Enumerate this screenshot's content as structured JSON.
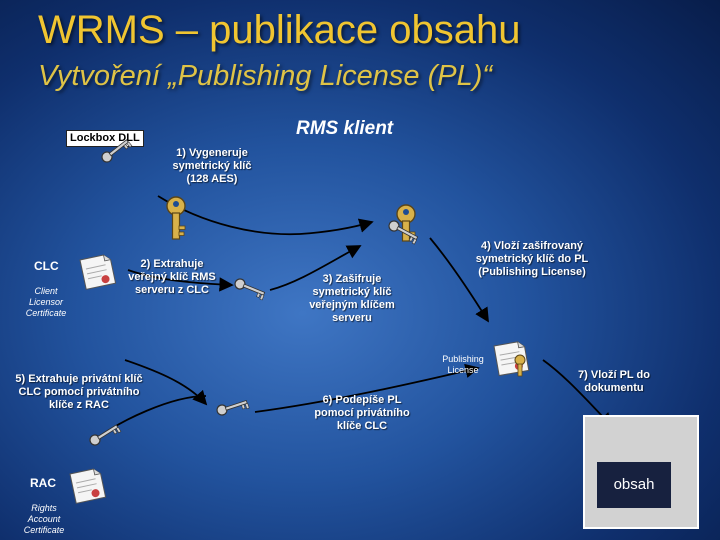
{
  "header": {
    "title": "WRMS – publikace obsahu",
    "subtitle": "Vytvoření „Publishing License (PL)“"
  },
  "rms_client_label": "RMS klient",
  "lockbox_label": "Lockbox DLL",
  "steps": {
    "step1": [
      "1) Vygeneruje",
      "symetrický klíč",
      "(128 AES)"
    ],
    "step2": [
      "2) Extrahuje",
      "veřejný klíč RMS",
      "serveru z CLC"
    ],
    "step3": [
      "3) Zašifruje",
      "symetrický klíč",
      "veřejným klíčem",
      "serveru"
    ],
    "step4": [
      "4) Vloží zašifrovaný",
      "symetrický klíč do PL",
      "(Publishing License)"
    ],
    "step5": [
      "5) Extrahuje privátní klíč",
      "CLC pomocí privátního",
      "klíče z RAC"
    ],
    "step6": [
      "6) Podepíše PL",
      "pomocí privátního",
      "klíče CLC"
    ],
    "step7": [
      "7) Vloží PL do",
      "dokumentu"
    ]
  },
  "clc": {
    "name": "CLC",
    "description": [
      "Client",
      "Licensor",
      "Certificate"
    ]
  },
  "rac": {
    "name": "RAC",
    "description": [
      "Rights",
      "Account",
      "Certificate"
    ]
  },
  "publishing_license_label": [
    "Publishing",
    "License"
  ],
  "document_label": "obsah",
  "colors": {
    "title": "#f0c531",
    "subtitle": "#dfc346",
    "key_gold": "#d8b14a",
    "key_silver": "#d6d6d6",
    "arrow": "#000000"
  }
}
